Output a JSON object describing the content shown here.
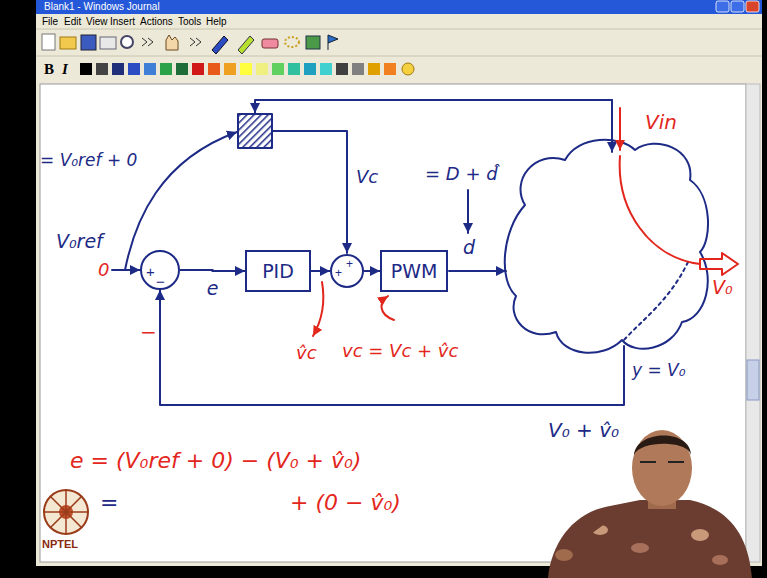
{
  "diagram": {
    "nodes": [
      {
        "text": [
          "+",
          "−"
        ]
      },
      {
        "text": [
          "PID"
        ]
      },
      {
        "text": [
          "+",
          "+"
        ]
      },
      {
        "text": [
          "PWM"
        ]
      }
    ],
    "edges": [
      {
        "from": 0,
        "to": 1,
        "arrow": "to",
        "label": "e"
      },
      {
        "from": 1,
        "to": 2,
        "arrow": "to"
      },
      {
        "from": 2,
        "to": 3,
        "arrow": "to"
      }
    ],
    "labels": [
      "Blank1 - Windows Journal",
      "File",
      "Edit",
      "View",
      "Insert",
      "Actions",
      "Tools",
      "Help",
      "B",
      "I",
      "= V₀ref + 0",
      "V₀ref",
      "0",
      "Vc",
      "= D + d̂",
      "d",
      "Vin",
      "V₀",
      "v̂c",
      "vc = Vc + v̂c",
      "y = V₀",
      "V₀ + v̂₀",
      "−",
      "e = (V₀ref + 0) − (V₀ + v̂₀)",
      "=",
      "+ (0 − v̂₀)",
      "NPTEL"
    ]
  }
}
